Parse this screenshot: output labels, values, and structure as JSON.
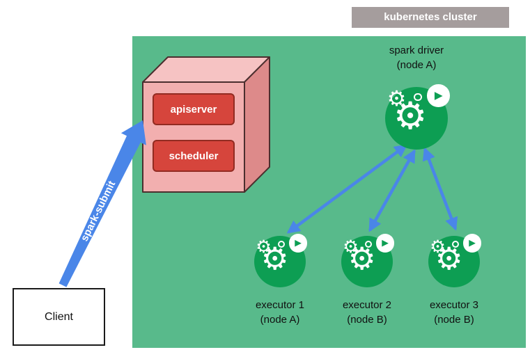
{
  "diagram": {
    "cluster_label": "kubernetes cluster",
    "client_label": "Client",
    "spark_submit_label": "spark-submit",
    "control_plane": {
      "apiserver": "apiserver",
      "scheduler": "scheduler"
    },
    "driver": {
      "title": "spark driver",
      "node": "(node A)"
    },
    "executors": [
      {
        "title": "executor 1",
        "node": "(node A)"
      },
      {
        "title": "executor 2",
        "node": "(node B)"
      },
      {
        "title": "executor 3",
        "node": "(node B)"
      }
    ],
    "colors": {
      "cluster_bg": "#58ba8b",
      "icon_green": "#0d9e53",
      "arrow_blue": "#4a86e8",
      "badge_gray": "#a59d9d",
      "box_red": "#d6453c",
      "cube_front": "#f2afaf",
      "cube_top": "#f6c3c3",
      "cube_side": "#dd8a8a"
    }
  },
  "icons": {
    "gear": "⚙",
    "play": "▶"
  }
}
